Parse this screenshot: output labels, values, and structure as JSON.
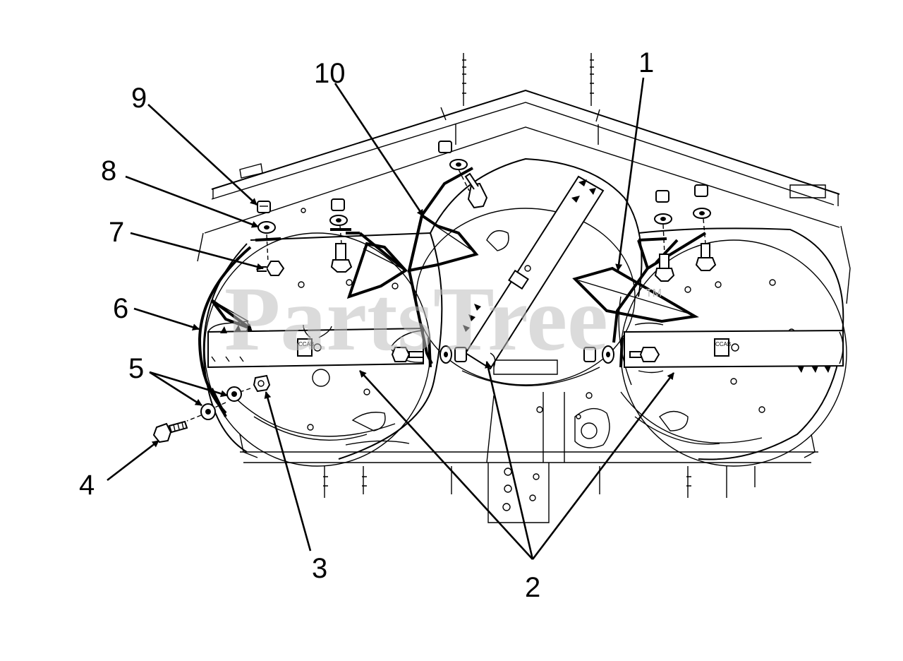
{
  "watermark": {
    "text": "PartsTree",
    "mark": "TM"
  },
  "blade_label": "CCAB",
  "callouts": [
    {
      "id": "1",
      "label": "1"
    },
    {
      "id": "2",
      "label": "2"
    },
    {
      "id": "3",
      "label": "3"
    },
    {
      "id": "4",
      "label": "4"
    },
    {
      "id": "5",
      "label": "5"
    },
    {
      "id": "6",
      "label": "6"
    },
    {
      "id": "7",
      "label": "7"
    },
    {
      "id": "8",
      "label": "8"
    },
    {
      "id": "9",
      "label": "9"
    },
    {
      "id": "10",
      "label": "10"
    }
  ],
  "colors": {
    "line": "#000000",
    "watermark": "#bdbdbd",
    "background": "#ffffff"
  }
}
